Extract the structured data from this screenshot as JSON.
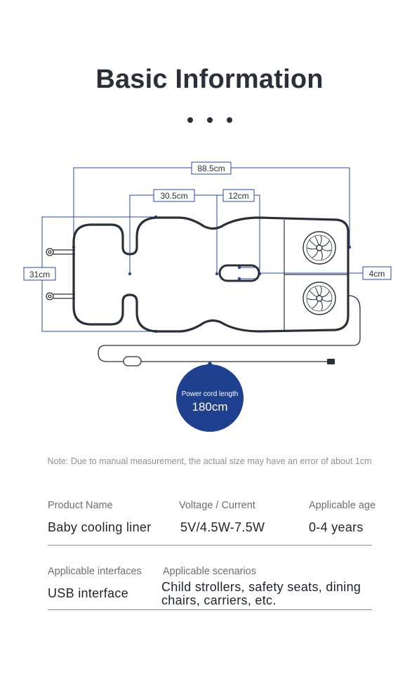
{
  "title": "Basic Information",
  "dimensions": {
    "total_length": "88.5cm",
    "seat_width": "30.5cm",
    "slot_length": "12cm",
    "slot_width": "4cm",
    "head_width": "31cm"
  },
  "badge": {
    "title": "Power cord length",
    "value": "180cm"
  },
  "note": "Note: Due to manual measurement, the actual size may have an error of about 1cm",
  "specs": {
    "product_name_label": "Product Name",
    "product_name_value": "Baby cooling liner",
    "voltage_label": "Voltage / Current",
    "voltage_value": "5V/4.5W-7.5W",
    "age_label": "Applicable age",
    "age_value": "0-4 years",
    "interfaces_label": "Applicable interfaces",
    "interfaces_value": "USB interface",
    "scenarios_label": "Applicable scenarios",
    "scenarios_value": "Child strollers, safety seats, dining chairs, carriers, etc."
  },
  "colors": {
    "accent_blue": "#1f3f8f",
    "dimension_line": "#2a4a9a",
    "outline": "#2b2f38"
  }
}
